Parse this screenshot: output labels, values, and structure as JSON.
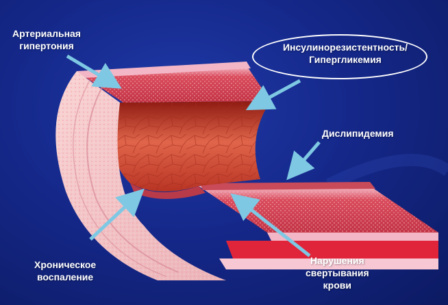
{
  "labels": {
    "hypertension": [
      "Артериальная",
      "гипертония"
    ],
    "insulin": [
      "Инсулинорезистентность/",
      "Гипергликемия"
    ],
    "dyslipidemia": [
      "Дислипидемия"
    ],
    "inflammation": [
      "Хроническое",
      "воспаление"
    ],
    "coagulation": [
      "Нарушения",
      "свертывания",
      "крови"
    ]
  },
  "colors": {
    "background": "#15288a",
    "arrow": "#7ec8e3",
    "outer_wall": "#f0b8c8",
    "media": "#d84a5a",
    "lumen": "#c0392b"
  }
}
